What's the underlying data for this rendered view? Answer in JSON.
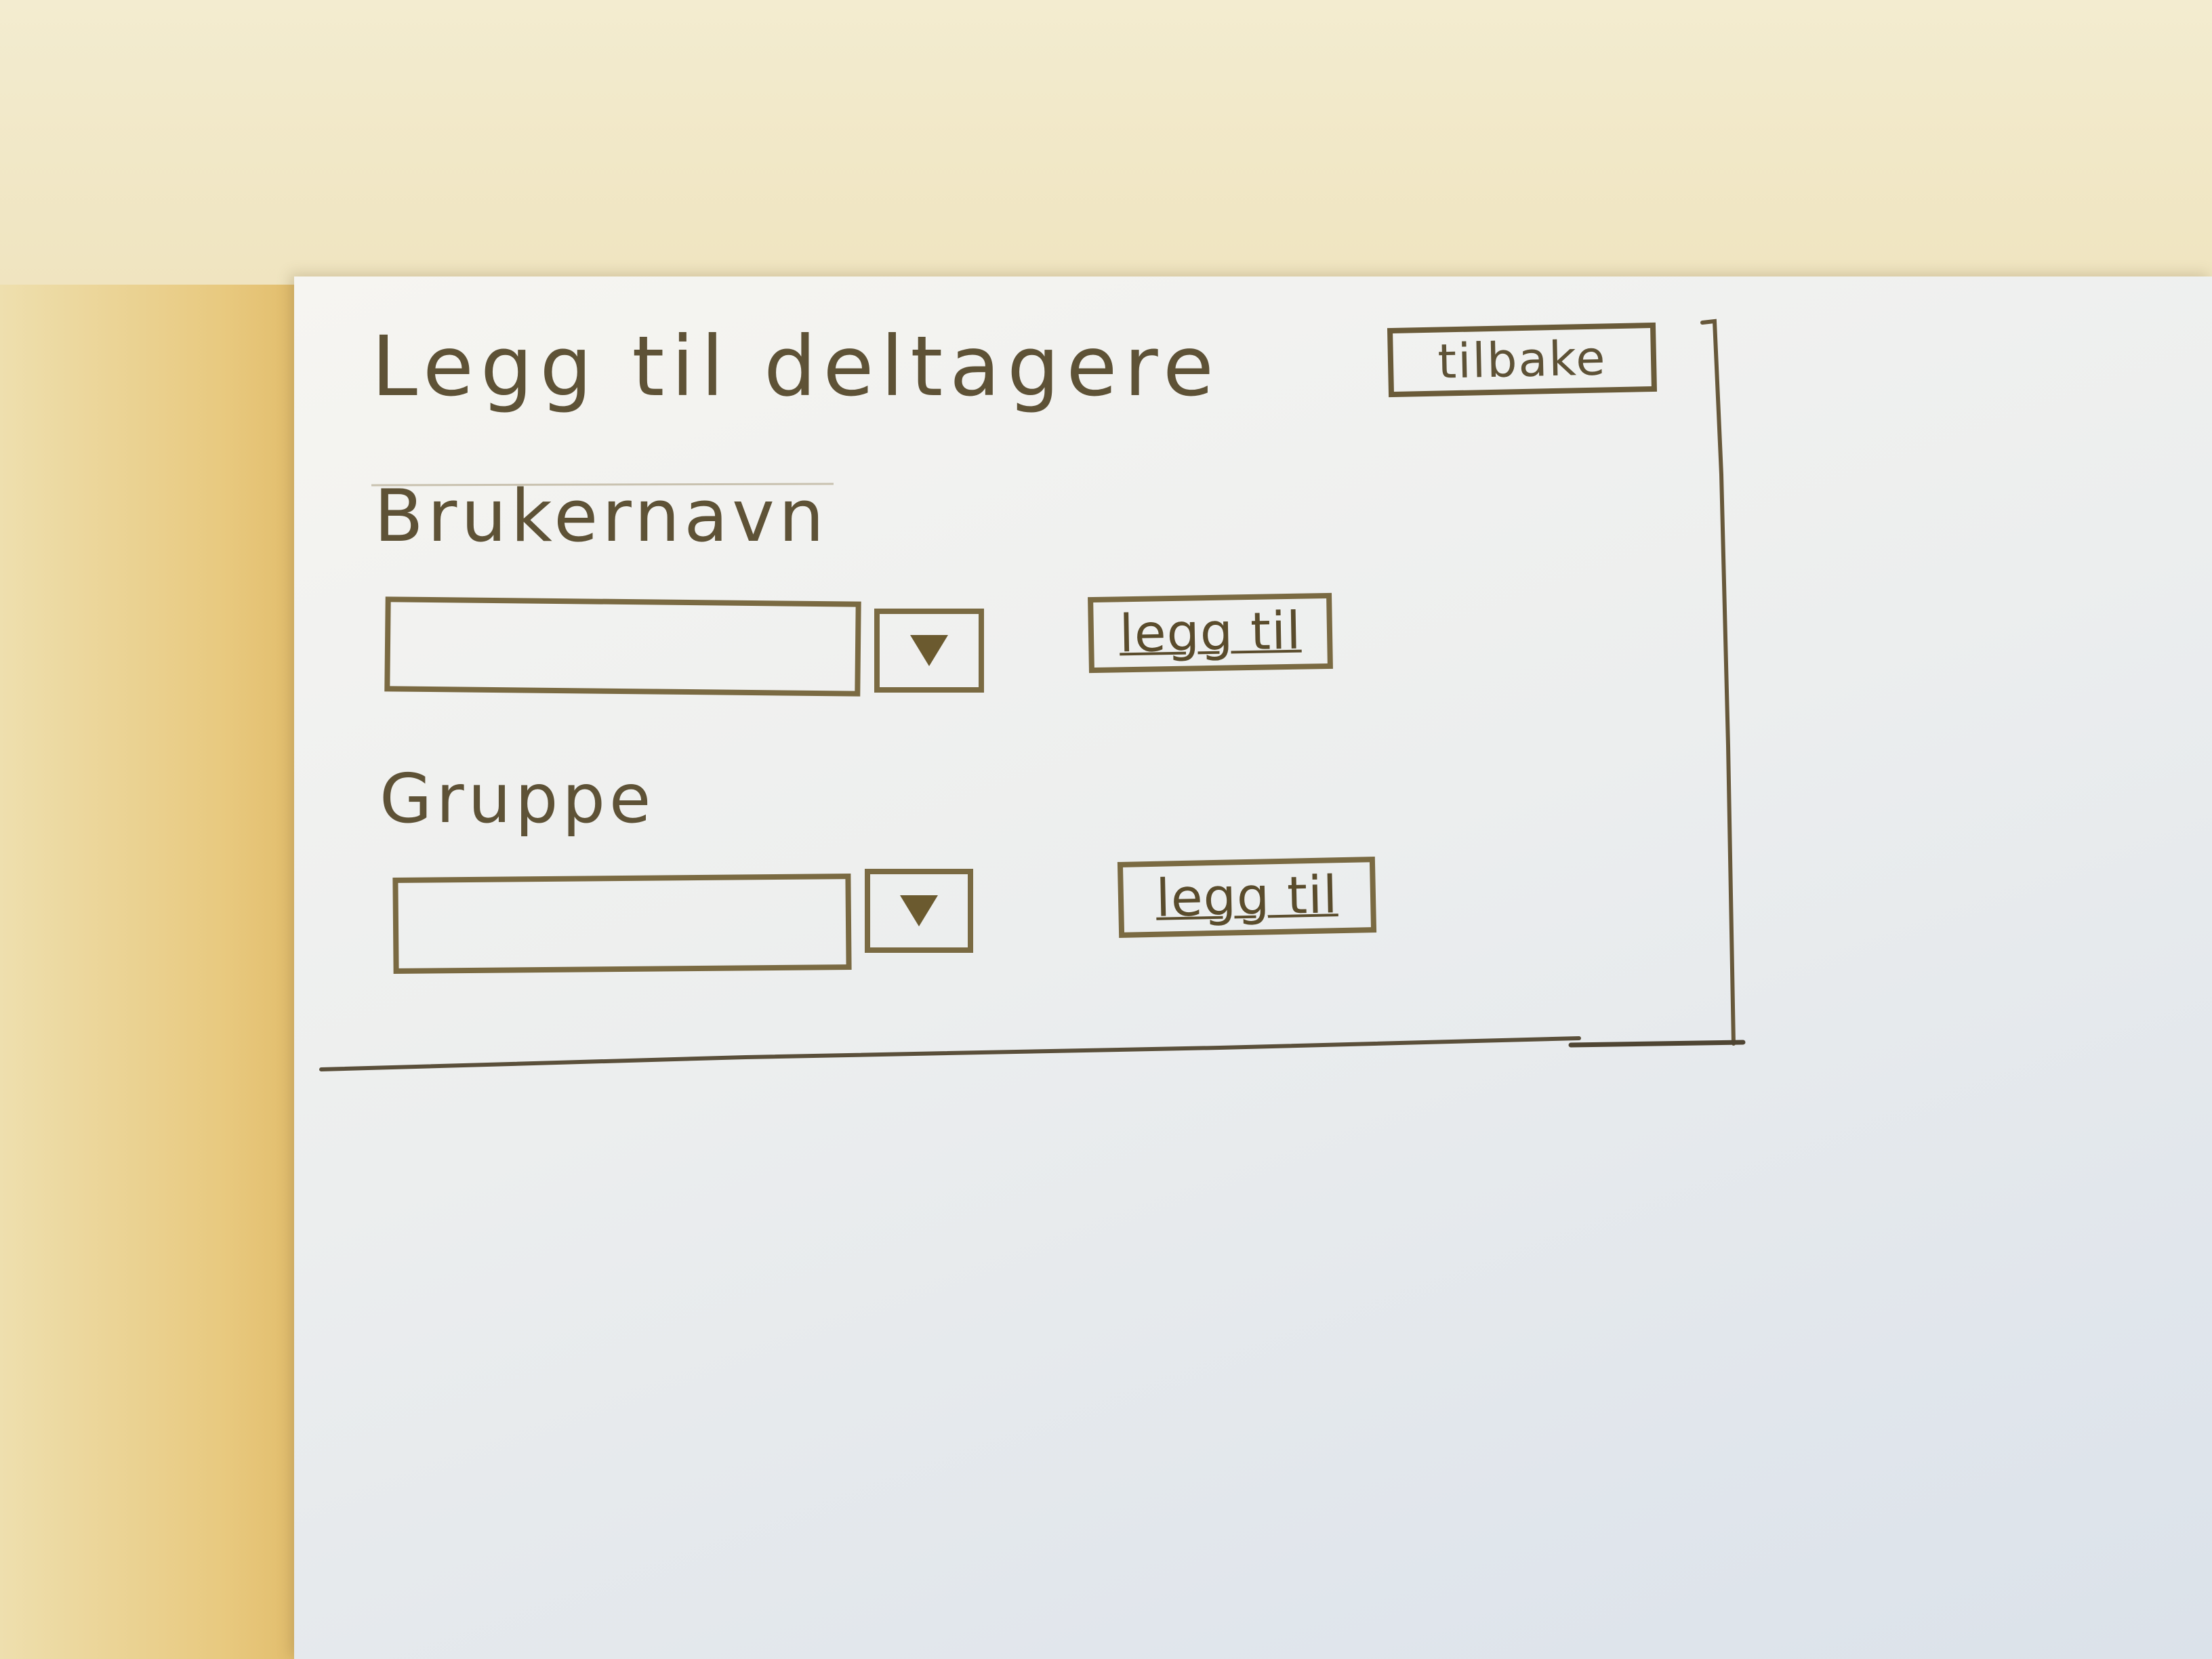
{
  "page": {
    "title": "Legg til deltagere",
    "back_label": "tilbake"
  },
  "user_section": {
    "label": "Brukernavn",
    "value": "",
    "add_label": "legg til"
  },
  "group_section": {
    "label": "Gruppe",
    "value": "",
    "add_label": "legg til"
  },
  "colors": {
    "ink": "#5e5236",
    "paper": "#f0f1ef",
    "desk": "#ead9a8"
  },
  "icons": {
    "user_dropdown": "triangle-down-icon",
    "group_dropdown": "triangle-down-icon"
  }
}
